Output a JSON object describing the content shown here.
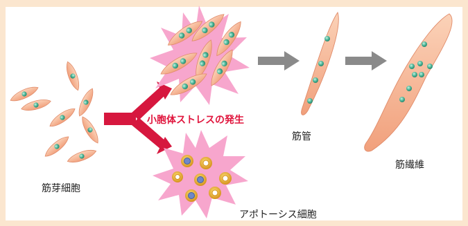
{
  "labels": {
    "myoblast": "筋芽細胞",
    "stress": "小胞体ストレスの発生",
    "myotube": "筋管",
    "myofiber": "筋繊維",
    "apoptosis": "アポトーシス細胞"
  },
  "colors": {
    "background": "#fbe6cf",
    "cell_fill": "#f5b08a",
    "cell_stroke": "#e08a68",
    "nucleus": "#4fb89a",
    "burst": "#f7a6cd",
    "stress_arrow": "#d6173e",
    "process_arrow": "#8a8a8a",
    "apoptotic_ring": "#e0a21a",
    "apoptotic_core": "#6f88c8"
  }
}
